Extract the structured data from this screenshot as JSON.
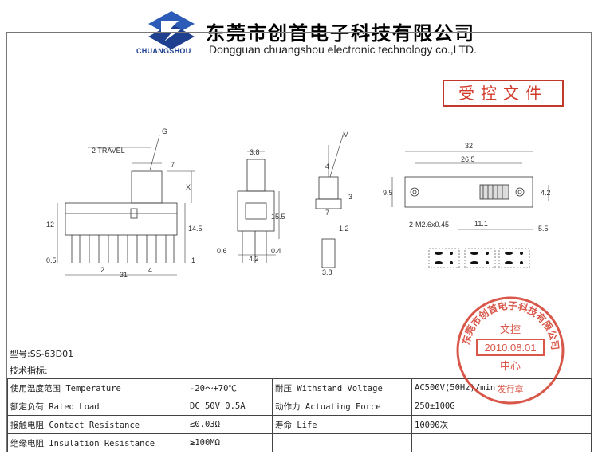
{
  "header": {
    "logo_text": "CHUANGSHOU",
    "company_cn": "东莞市创首电子科技有限公司",
    "company_en": "Dongguan chuangshou electronic technology co.,LTD."
  },
  "stamp_label": "受控文件",
  "drawing_labels": {
    "travel": "2 TRAVEL",
    "g": "G",
    "m": "M",
    "d7a": "7",
    "x": "X",
    "d12": "12",
    "d145": "14.5",
    "d05": "0.5",
    "d2": "2",
    "d31": "31",
    "d4a": "4",
    "d1": "1",
    "d38a": "3.8",
    "d155": "15.5",
    "d06": "0.6",
    "d42a": "4.2",
    "d04": "0.4",
    "d4b": "4",
    "d3": "3",
    "d7b": "7",
    "d12b": "1.2",
    "d38b": "3.8",
    "d32": "32",
    "d265": "26.5",
    "d95": "9.5",
    "d42b": "4.2",
    "m26": "2-M2.6x0.45",
    "d111": "11.1",
    "d55": "5.5"
  },
  "model": "型号:SS-63D01",
  "spec_title": "技术指标:",
  "spec_rows": [
    [
      "使用温度范围 Temperature",
      "-20～+70℃",
      "耐压 Withstand Voltage",
      "AC500V(50Hz)/min"
    ],
    [
      "额定负荷 Rated Load",
      "DC 50V 0.5A",
      "动作力 Actuating Force",
      "250±100G"
    ],
    [
      "接触电阻 Contact Resistance",
      "≤0.03Ω",
      "寿命 Life",
      "10000次"
    ],
    [
      "绝缘电阻 Insulation Resistance",
      "≥100MΩ",
      "",
      ""
    ]
  ],
  "seal": {
    "ring_text": "东莞市创首电子科技有限公司",
    "line1": "文控",
    "date": "2010.08.01",
    "line3": "中心",
    "bottom": "发行章"
  },
  "colors": {
    "stamp_red": "#d23a2a",
    "logo_blue": "#1f3f8f"
  }
}
